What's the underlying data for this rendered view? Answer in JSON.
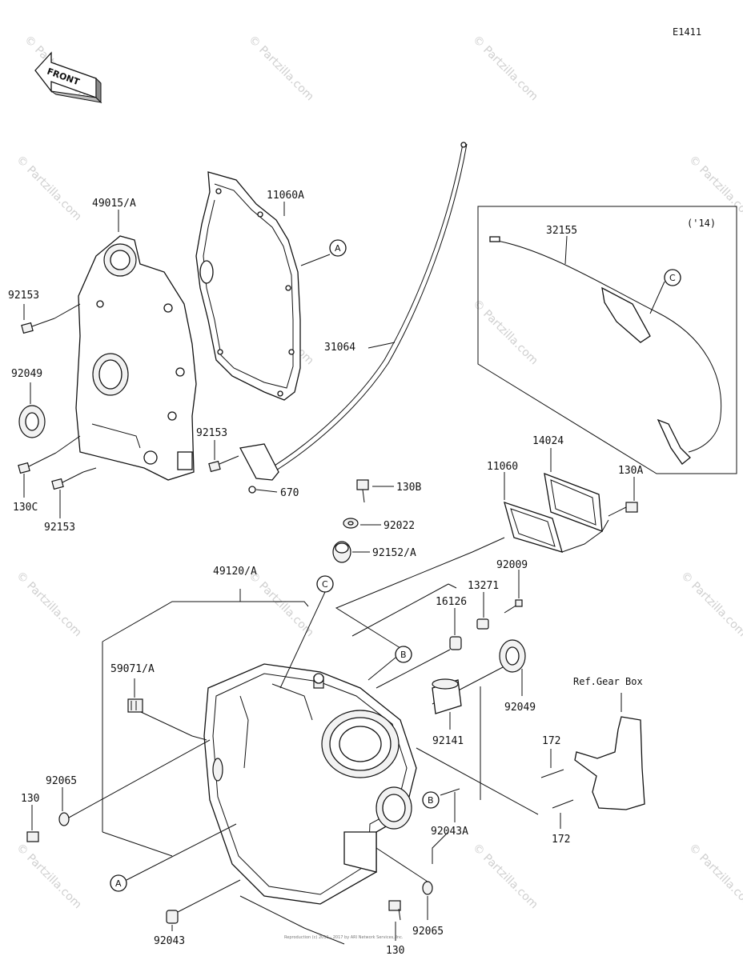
{
  "diagram_code": "E1411",
  "front_label": "FRONT",
  "year_note": "('14)",
  "ref_note": "Ref.Gear Box",
  "watermark": "© Partzilla.com",
  "footer": "Reproduction (c) 2011 - 2017 by ARI Network Services, Inc.",
  "callouts": {
    "a": "A",
    "b": "B",
    "c": "C"
  },
  "part_numbers": {
    "p49015A": "49015/A",
    "p11060A": "11060A",
    "p92153_a": "92153",
    "p92049_a": "92049",
    "p92153_b": "92153",
    "p130C": "130C",
    "p92153_c": "92153",
    "p670": "670",
    "p31064": "31064",
    "p32155": "32155",
    "p14024": "14024",
    "p11060": "11060",
    "p130A": "130A",
    "p130B": "130B",
    "p92022": "92022",
    "p92152A": "92152/A",
    "p49120A": "49120/A",
    "p92009": "92009",
    "p13271": "13271",
    "p16126": "16126",
    "p59071A": "59071/A",
    "p92049_b": "92049",
    "p92141": "92141",
    "p172_a": "172",
    "p172_b": "172",
    "p92065_a": "92065",
    "p130_a": "130",
    "p92043A": "92043A",
    "p92043": "92043",
    "p92065_b": "92065",
    "p130_b": "130"
  }
}
